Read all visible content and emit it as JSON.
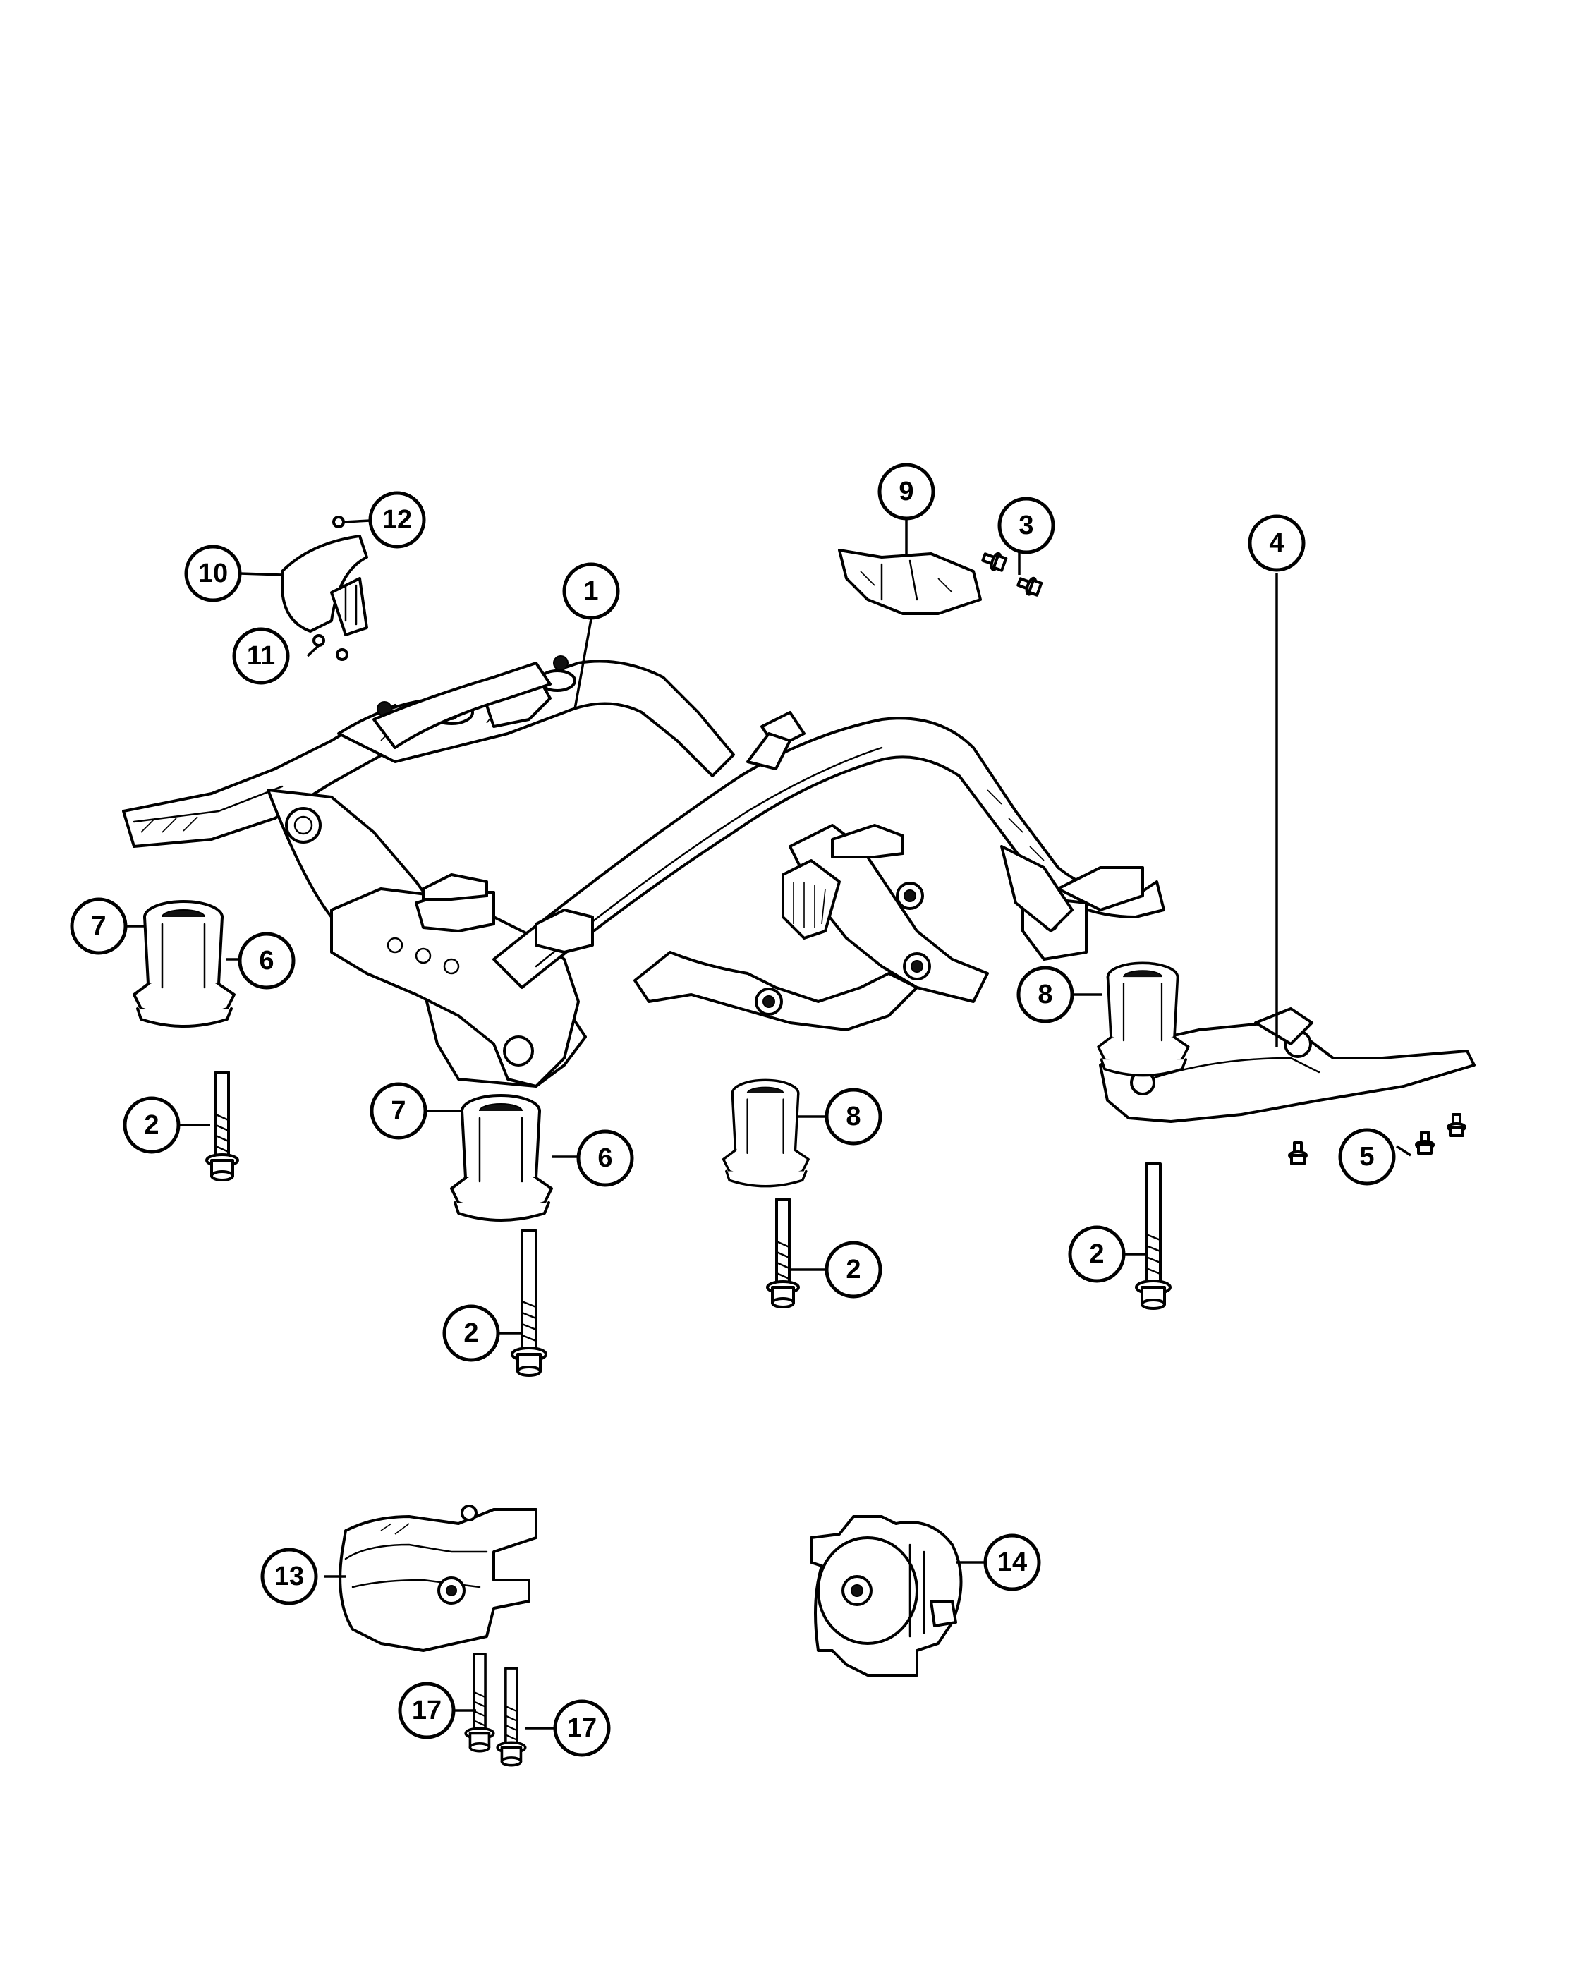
{
  "callouts": [
    {
      "id": "c1",
      "label": "1"
    },
    {
      "id": "c2a",
      "label": "2"
    },
    {
      "id": "c2b",
      "label": "2"
    },
    {
      "id": "c2c",
      "label": "2"
    },
    {
      "id": "c2d",
      "label": "2"
    },
    {
      "id": "c3",
      "label": "3"
    },
    {
      "id": "c4",
      "label": "4"
    },
    {
      "id": "c5",
      "label": "5"
    },
    {
      "id": "c6a",
      "label": "6"
    },
    {
      "id": "c6b",
      "label": "6"
    },
    {
      "id": "c7a",
      "label": "7"
    },
    {
      "id": "c7b",
      "label": "7"
    },
    {
      "id": "c8a",
      "label": "8"
    },
    {
      "id": "c8b",
      "label": "8"
    },
    {
      "id": "c9",
      "label": "9"
    },
    {
      "id": "c10",
      "label": "10"
    },
    {
      "id": "c11",
      "label": "11"
    },
    {
      "id": "c12",
      "label": "12"
    },
    {
      "id": "c13",
      "label": "13"
    },
    {
      "id": "c14",
      "label": "14"
    },
    {
      "id": "c17a",
      "label": "17"
    },
    {
      "id": "c17b",
      "label": "17"
    }
  ]
}
